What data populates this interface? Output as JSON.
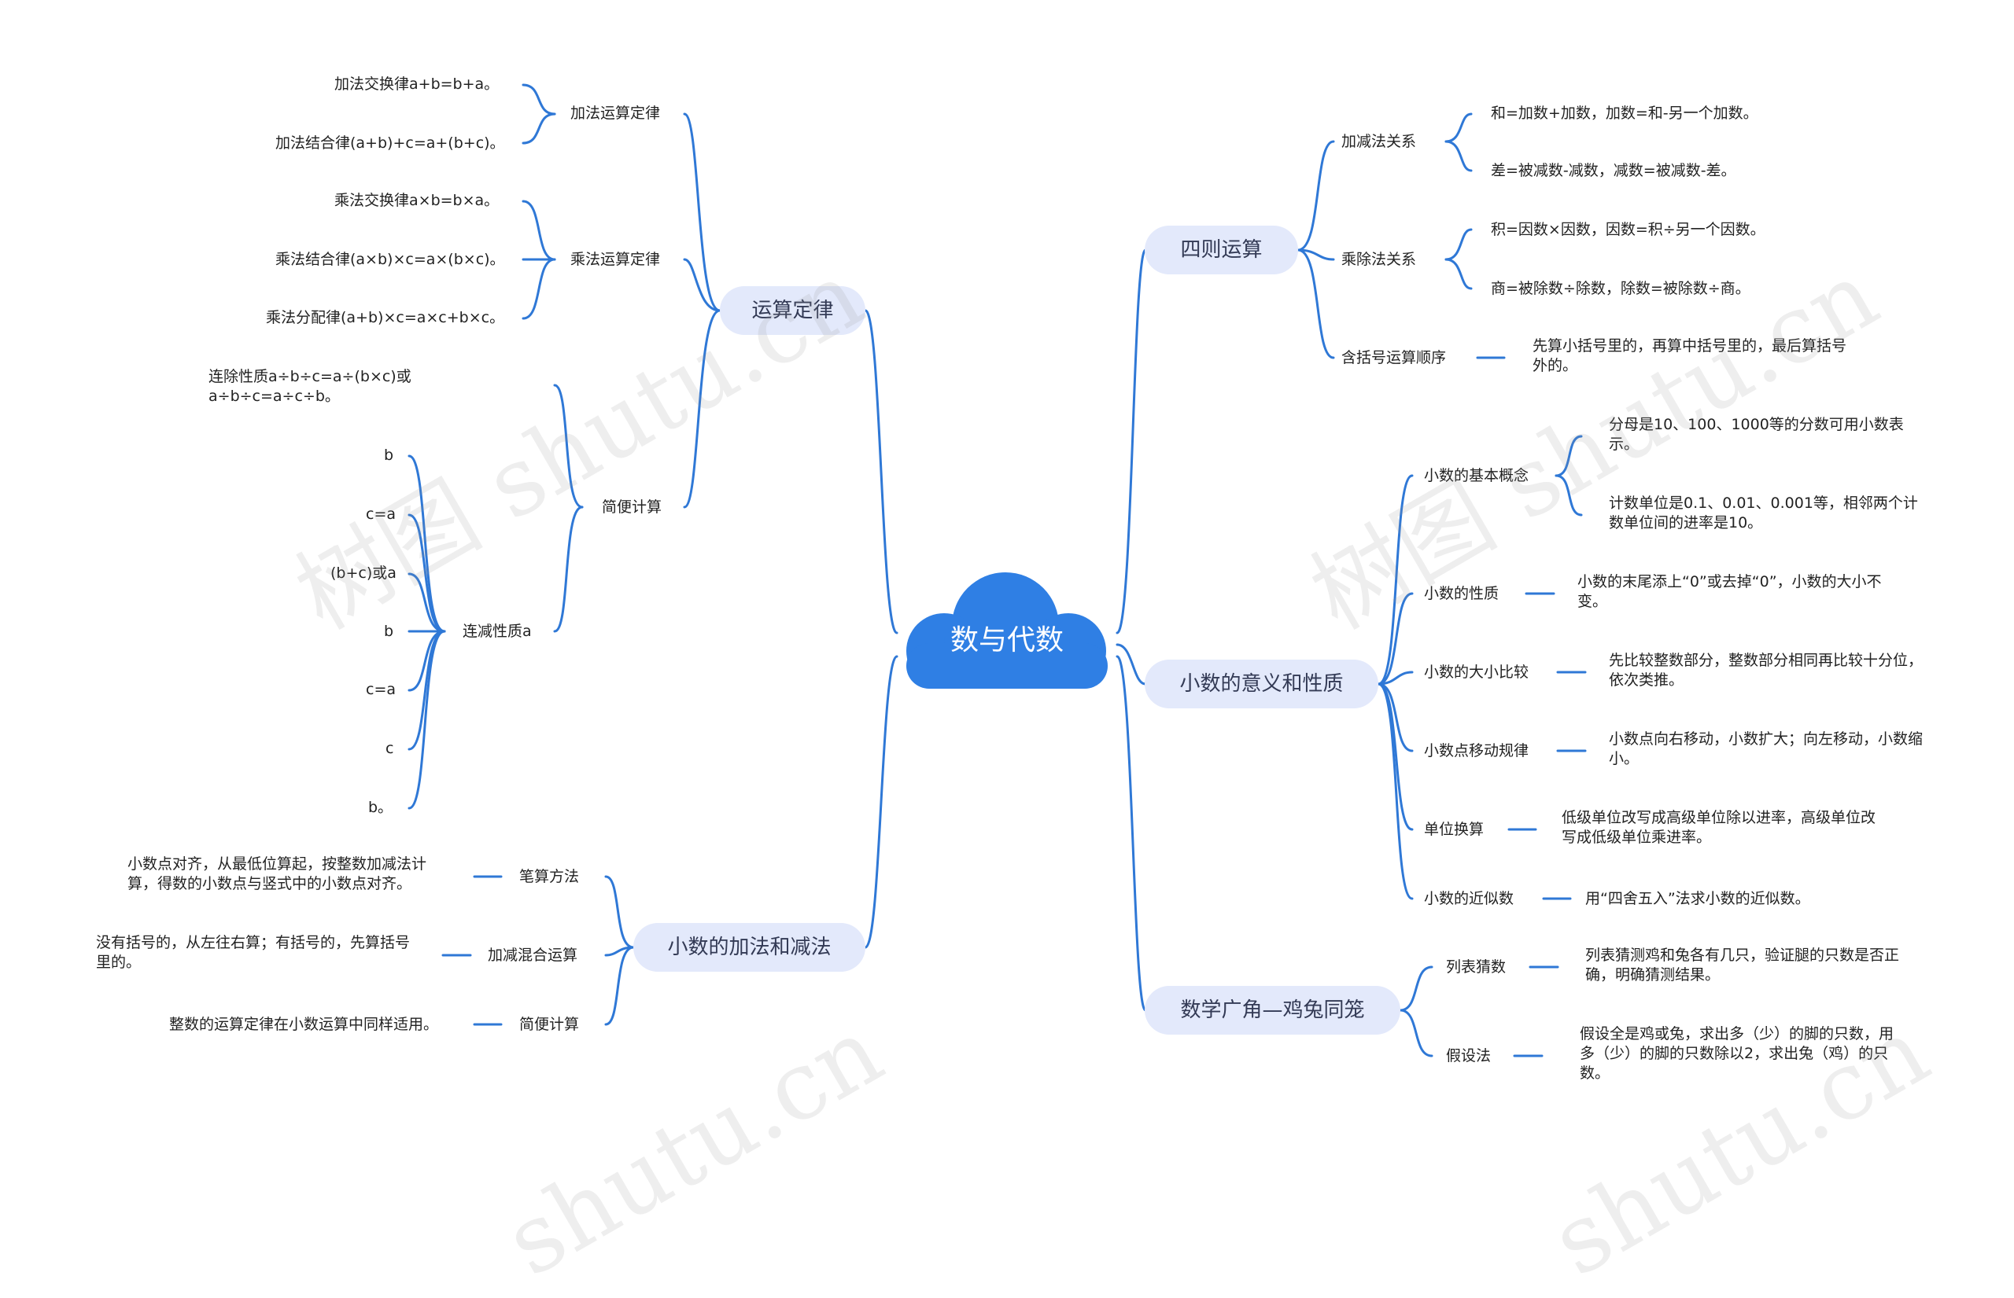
{
  "root": "数与代数",
  "colors": {
    "line": "#2f78d6",
    "root_fill": "#2f7fe4",
    "pill_fill": "#e3e9fb"
  },
  "watermark": [
    "树图 shutu.cn",
    "树图 shutu.cn",
    "shutu.cn",
    "shutu.cn"
  ],
  "left": {
    "yunsuan": {
      "label": "运算定律",
      "jiafa": {
        "label": "加法运算定律",
        "items": [
          "加法交换律a+b=b+a。",
          "加法结合律(a+b)+c=a+(b+c)。"
        ]
      },
      "chengfa": {
        "label": "乘法运算定律",
        "items": [
          "乘法交换律a×b=b×a。",
          "乘法结合律(a×b)×c=a×(b×c)。",
          "乘法分配律(a+b)×c=a×c+b×c。"
        ]
      },
      "jianbian": {
        "label": "简便计算",
        "lianchu": "连除性质a÷b÷c=a÷(b×c)或a÷b÷c=a÷c÷b。",
        "lianjian": {
          "label": "连减性质a",
          "items": [
            "b",
            "c=a",
            "(b+c)或a",
            "b",
            "c=a",
            "c",
            "b。"
          ]
        }
      }
    },
    "xiaoshujia": {
      "label": "小数的加法和减法",
      "bisuan": {
        "label": "笔算方法",
        "text": "小数点对齐，从最低位算起，按整数加减法计算，得数的小数点与竖式中的小数点对齐。"
      },
      "hunhe": {
        "label": "加减混合运算",
        "text": "没有括号的，从左往右算；有括号的，先算括号里的。"
      },
      "jianbian": {
        "label": "简便计算",
        "text": "整数的运算定律在小数运算中同样适用。"
      }
    }
  },
  "right": {
    "sice": {
      "label": "四则运算",
      "jiajian": {
        "label": "加减法关系",
        "items": [
          "和=加数+加数，加数=和-另一个加数。",
          "差=被减数-减数，减数=被减数-差。"
        ]
      },
      "chengchu": {
        "label": "乘除法关系",
        "items": [
          "积=因数×因数，因数=积÷另一个因数。",
          "商=被除数÷除数，除数=被除数÷商。"
        ]
      },
      "kuohao": {
        "label": "含括号运算顺序",
        "text": "先算小括号里的，再算中括号里的，最后算括号外的。"
      }
    },
    "xiaoshu": {
      "label": "小数的意义和性质",
      "gainian": {
        "label": "小数的基本概念",
        "items": [
          "分母是10、100、1000等的分数可用小数表示。",
          "计数单位是0.1、0.01、0.001等，相邻两个计数单位间的进率是10。"
        ]
      },
      "xingzhi": {
        "label": "小数的性质",
        "text": "小数的末尾添上“0”或去掉“0”，小数的大小不变。"
      },
      "daxiao": {
        "label": "小数的大小比较",
        "text": "先比较整数部分，整数部分相同再比较十分位，依次类推。"
      },
      "yidong": {
        "label": "小数点移动规律",
        "text": "小数点向右移动，小数扩大；向左移动，小数缩小。"
      },
      "danwei": {
        "label": "单位换算",
        "text": "低级单位改写成高级单位除以进率，高级单位改写成低级单位乘进率。"
      },
      "jinsi": {
        "label": "小数的近似数",
        "text": "用“四舍五入”法求小数的近似数。"
      }
    },
    "jitu": {
      "label": "数学广角—鸡兔同笼",
      "liebiao": {
        "label": "列表猜数",
        "text": "列表猜测鸡和兔各有几只，验证腿的只数是否正确，明确猜测结果。"
      },
      "jiashe": {
        "label": "假设法",
        "text": "假设全是鸡或兔，求出多（少）的脚的只数，用多（少）的脚的只数除以2，求出兔（鸡）的只数。"
      }
    }
  }
}
